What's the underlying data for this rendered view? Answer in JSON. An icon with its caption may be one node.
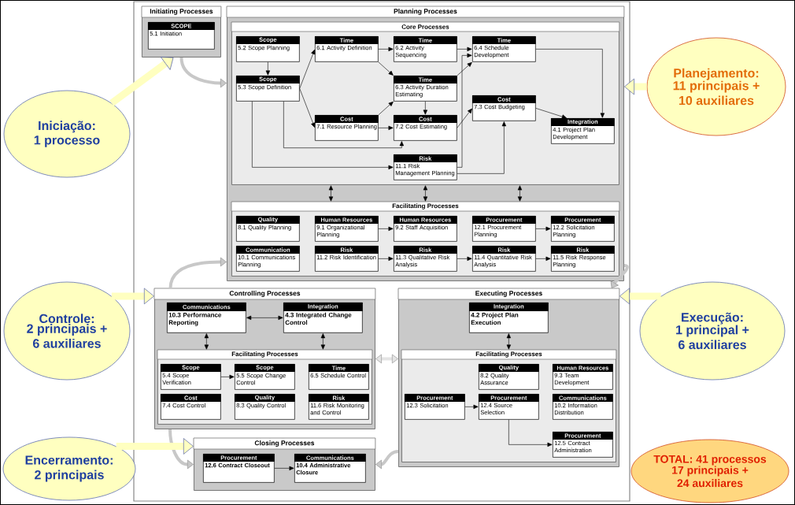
{
  "diagram": {
    "nodes": [
      {
        "text": [
          "Initiating Processes"
        ]
      },
      {
        "text": [
          "SCOPE",
          "5.1 Initiation"
        ],
        "in": 0
      },
      {
        "text": [
          "Planning Processes"
        ]
      },
      {
        "text": [
          "Core Processes"
        ],
        "in": 2
      },
      {
        "text": [
          "Scope",
          "5.2 Scope Planning"
        ],
        "in": 3
      },
      {
        "text": [
          "Time",
          "6.1 Activity Definition"
        ],
        "in": 3
      },
      {
        "text": [
          "Time",
          "6.2 Activity Sequencing"
        ],
        "in": 3
      },
      {
        "text": [
          "Time",
          "6.4 Schedule Development"
        ],
        "in": 3
      },
      {
        "text": [
          "Scope",
          "5.3 Scope Definition"
        ],
        "in": 3
      },
      {
        "text": [
          "Time",
          "6.3 Activity Duration Estimating"
        ],
        "in": 3
      },
      {
        "text": [
          "Cost",
          "7.3 Cost Budgeting"
        ],
        "in": 3
      },
      {
        "text": [
          "Cost",
          "7.1 Resource Planning"
        ],
        "in": 3
      },
      {
        "text": [
          "Cost",
          "7.2 Cost Estimating"
        ],
        "in": 3
      },
      {
        "text": [
          "Integration",
          "4.1 Project Plan Development"
        ],
        "in": 3
      },
      {
        "text": [
          "Risk",
          "11.1 Risk Management Planning"
        ],
        "in": 3
      },
      {
        "text": [
          "Facilitating Processes"
        ],
        "in": 2
      },
      {
        "text": [
          "Quality",
          "8.1 Quality Planning"
        ],
        "in": 15
      },
      {
        "text": [
          "Human Resources",
          "9.1 Organizational Planning"
        ],
        "in": 15
      },
      {
        "text": [
          "Human Resources",
          "9.2 Staff Acquisition"
        ],
        "in": 15
      },
      {
        "text": [
          "Procurement",
          "12.1 Procurement Planning"
        ],
        "in": 15
      },
      {
        "text": [
          "Procurement",
          "12.2 Solicitation Planning"
        ],
        "in": 15
      },
      {
        "text": [
          "Communication",
          "10.1 Communications Planning"
        ],
        "in": 15
      },
      {
        "text": [
          "Risk",
          "11.2 Risk Identification"
        ],
        "in": 15
      },
      {
        "text": [
          "Risk",
          "11.3 Qualitative Risk Analysis"
        ],
        "in": 15
      },
      {
        "text": [
          "Risk",
          "11.4 Quantitative Risk Analysis"
        ],
        "in": 15
      },
      {
        "text": [
          "Risk",
          "11.5 Risk Response Planning"
        ],
        "in": 15
      },
      {
        "text": [
          "Planejamento:",
          "11 principais + 10 auxiliares"
        ]
      },
      {
        "text": [
          "Iniciação:",
          "1 processo"
        ]
      },
      {
        "text": [
          "Controlling Processes"
        ]
      },
      {
        "text": [
          "Communications",
          "10.3 Performance Reporting"
        ],
        "in": 28
      },
      {
        "text": [
          "Integration",
          "4.3 Integrated Change Control"
        ],
        "in": 28
      },
      {
        "text": [
          "Facilitating Processes"
        ],
        "in": 28
      },
      {
        "text": [
          "Scope",
          "5.4 Scope Verification"
        ],
        "in": 31
      },
      {
        "text": [
          "Scope",
          "5.5 Scope Change Control"
        ],
        "in": 31
      },
      {
        "text": [
          "Time",
          "6.5 Schedule Control"
        ],
        "in": 31
      },
      {
        "text": [
          "Cost",
          "7.4 Cost Control"
        ],
        "in": 31
      },
      {
        "text": [
          "Quality",
          "8.3 Quality Control"
        ],
        "in": 31
      },
      {
        "text": [
          "Risk",
          "11.6 Risk Monitoring and Control"
        ],
        "in": 31
      },
      {
        "text": [
          "Executing Processes"
        ]
      },
      {
        "text": [
          "Integration",
          "4.2 Project Plan Execution"
        ],
        "in": 38
      },
      {
        "text": [
          "Facilitating Processes"
        ],
        "in": 38
      },
      {
        "text": [
          "Quality",
          "8.2 Quality Assurance"
        ],
        "in": 40
      },
      {
        "text": [
          "Human Resources",
          "9.3 Team Development"
        ],
        "in": 40
      },
      {
        "text": [
          "Procurement",
          "12.3 Solicitation"
        ],
        "in": 40
      },
      {
        "text": [
          "Procurement",
          "12.4 Source Selection"
        ],
        "in": 40
      },
      {
        "text": [
          "Communications",
          "10.2 Information Distribution"
        ],
        "in": 40
      },
      {
        "text": [
          "Procurement",
          "12.5 Contract Administration"
        ],
        "in": 40
      },
      {
        "text": [
          "Controle:",
          "2 principais + 6 auxiliares"
        ]
      },
      {
        "text": [
          "Execução:",
          "1 principal + 6 auxiliares"
        ]
      },
      {
        "text": [
          "Closing Processes"
        ]
      },
      {
        "text": [
          "Procurement",
          "12.6 Contract Closeout"
        ],
        "in": 49
      },
      {
        "text": [
          "Communications",
          "10.4 Administrative Closure"
        ],
        "in": 49
      },
      {
        "text": [
          "Encerramento:",
          "2 principais"
        ]
      },
      {
        "text": [
          "TOTAL: 41 processos",
          "17 principais + 24 auxiliares"
        ]
      }
    ],
    "edges": [
      {
        "from": 4,
        "to": 8,
        "arrow": "to"
      },
      {
        "from": 8,
        "to": 5,
        "arrow": "to"
      },
      {
        "from": 8,
        "to": 11,
        "arrow": "to"
      },
      {
        "from": 8,
        "to": 12,
        "arrow": "to"
      },
      {
        "from": 8,
        "to": 14,
        "arrow": "to"
      },
      {
        "from": 5,
        "to": 6,
        "arrow": "to"
      },
      {
        "from": 5,
        "to": 9,
        "arrow": "to"
      },
      {
        "from": 6,
        "to": 7,
        "arrow": "to"
      },
      {
        "from": 9,
        "to": 7,
        "arrow": "to"
      },
      {
        "from": 11,
        "to": 9,
        "arrow": "to"
      },
      {
        "from": 11,
        "to": 12,
        "arrow": "to"
      },
      {
        "from": 9,
        "to": 12,
        "arrow": "to"
      },
      {
        "from": 12,
        "to": 10,
        "arrow": "to"
      },
      {
        "from": 14,
        "to": 7,
        "arrow": "to"
      },
      {
        "from": 14,
        "to": 10,
        "arrow": "to"
      },
      {
        "from": 7,
        "to": 13,
        "arrow": "to"
      },
      {
        "from": 10,
        "to": 13,
        "arrow": "to"
      },
      {
        "from": 3,
        "to": 15,
        "arrow": "both"
      },
      {
        "from": 3,
        "to": 15,
        "arrow": "both"
      },
      {
        "from": 3,
        "to": 15,
        "arrow": "both"
      },
      {
        "from": 17,
        "to": 18,
        "arrow": "to"
      },
      {
        "from": 19,
        "to": 20,
        "arrow": "to"
      },
      {
        "from": 22,
        "to": 23,
        "arrow": "to"
      },
      {
        "from": 23,
        "to": 24,
        "arrow": "to"
      },
      {
        "from": 24,
        "to": 25,
        "arrow": "to"
      },
      {
        "from": 29,
        "to": 30,
        "arrow": "both"
      },
      {
        "from": 29,
        "to": 31,
        "arrow": "both"
      },
      {
        "from": 30,
        "to": 31,
        "arrow": "both"
      },
      {
        "from": 32,
        "to": 33,
        "arrow": "to"
      },
      {
        "from": 39,
        "to": 40,
        "arrow": "both"
      },
      {
        "from": 43,
        "to": 44,
        "arrow": "to"
      },
      {
        "from": 44,
        "to": 46,
        "arrow": "to"
      },
      {
        "from": 50,
        "to": 51,
        "arrow": "to"
      },
      {
        "from": 0,
        "to": 2,
        "arrow": "to",
        "style": "thick",
        "color": "#c8c8c8"
      },
      {
        "from": 2,
        "to": 38,
        "arrow": "to",
        "style": "thick",
        "color": "#c8c8c8"
      },
      {
        "from": 38,
        "to": 28,
        "arrow": "both",
        "style": "thick",
        "color": "#e4e4e4"
      },
      {
        "from": 28,
        "to": 2,
        "arrow": "to",
        "style": "thick",
        "color": "#c8c8c8"
      },
      {
        "from": 28,
        "to": 49,
        "arrow": "to",
        "style": "thick",
        "color": "#c8c8c8"
      },
      {
        "from": 38,
        "to": 49,
        "arrow": "to",
        "style": "thick",
        "color": "#c8c8c8"
      },
      {
        "from": 26,
        "to": 2,
        "arrow": "to",
        "style": "thick",
        "color": "#ffffc0"
      },
      {
        "from": 27,
        "to": 0,
        "arrow": "to",
        "style": "thick",
        "color": "#ffffc0"
      },
      {
        "from": 47,
        "to": 28,
        "arrow": "to",
        "style": "thick",
        "color": "#ffffc0"
      },
      {
        "from": 48,
        "to": 38,
        "arrow": "to",
        "style": "thick",
        "color": "#ffffc0"
      },
      {
        "from": 52,
        "to": 49,
        "arrow": "to",
        "style": "thick",
        "color": "#ffffc0"
      }
    ]
  }
}
